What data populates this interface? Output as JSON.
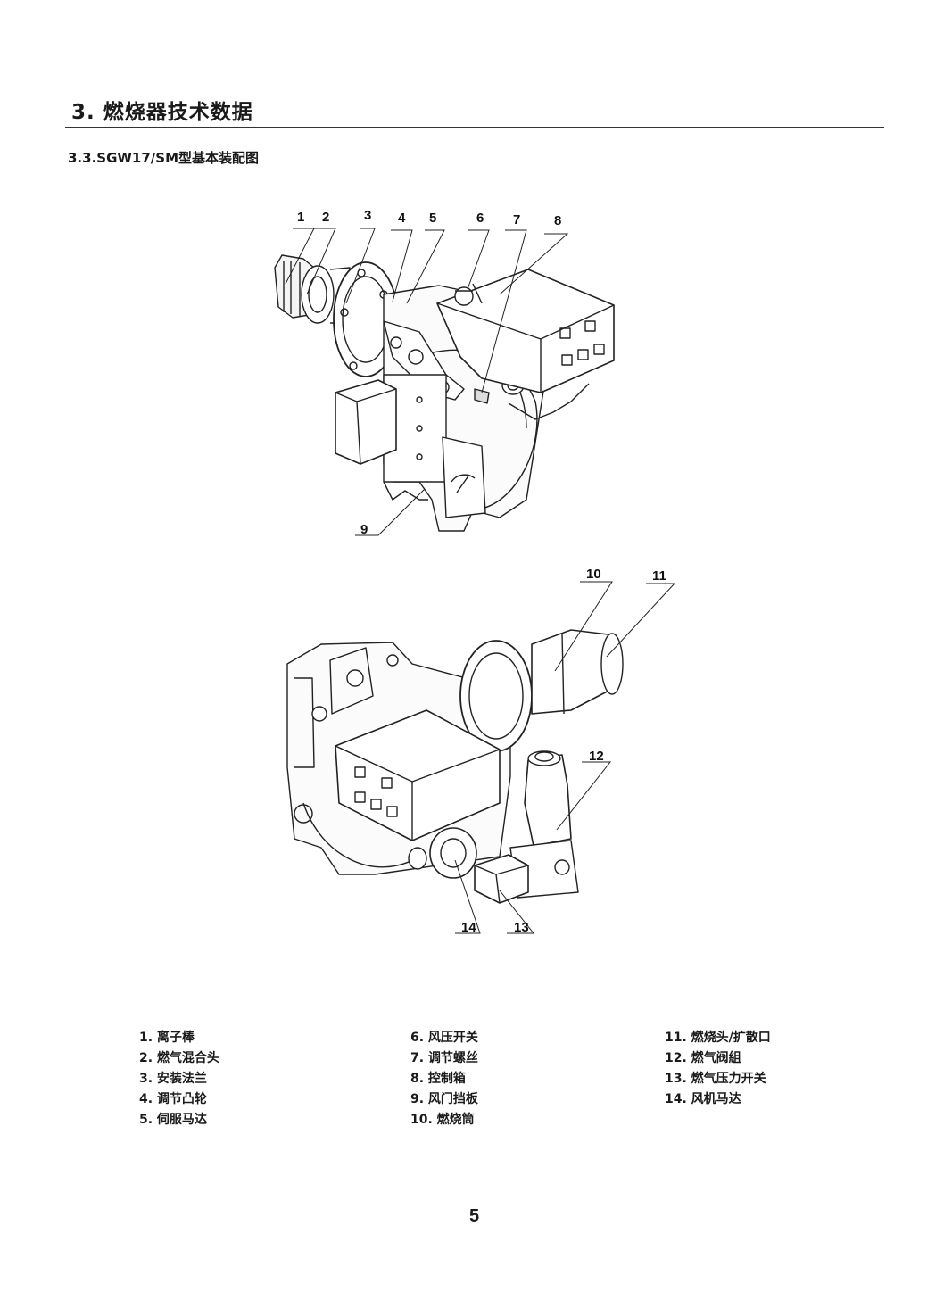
{
  "section": {
    "title": "3.  燃烧器技术数据"
  },
  "subsection": {
    "title": "3.3.SGW17/SM型基本装配图"
  },
  "figure1": {
    "callouts": [
      "1",
      "2",
      "3",
      "4",
      "5",
      "6",
      "7",
      "8",
      "9"
    ]
  },
  "figure2": {
    "callouts": [
      "10",
      "11",
      "12",
      "13",
      "14"
    ]
  },
  "legend": {
    "col1": [
      "1. 离子棒",
      "2. 燃气混合头",
      "3. 安装法兰",
      "4. 调节凸轮",
      "5. 伺服马达"
    ],
    "col2": [
      "6. 风压开关",
      "7. 调节螺丝",
      "8. 控制箱",
      "9. 风门挡板",
      "10. 燃烧筒"
    ],
    "col3": [
      "11. 燃烧头/扩散口",
      "12. 燃气阀組",
      "13. 燃气压力开关",
      "14. 风机马达"
    ]
  },
  "page": {
    "number": "5"
  }
}
